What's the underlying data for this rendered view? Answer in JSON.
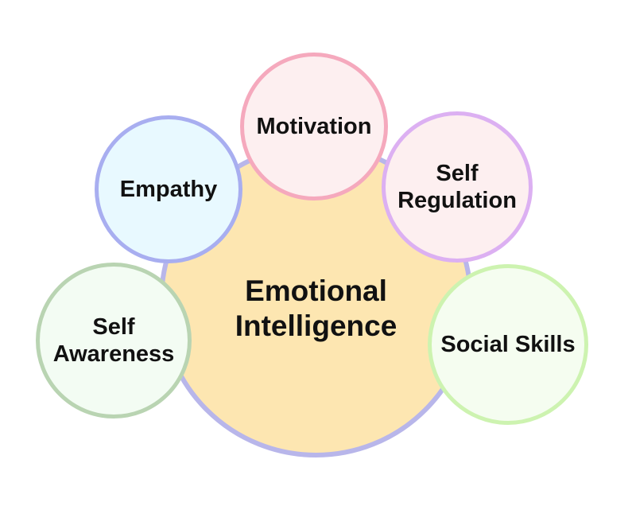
{
  "diagram": {
    "center": {
      "lines": [
        "Emotional",
        "Intelligence"
      ],
      "fill": "#fde6b1",
      "border": "#b8b6ea"
    },
    "nodes": [
      {
        "id": "motivation",
        "lines": [
          "Motivation"
        ],
        "fill": "#fdeff0",
        "border": "#f5a9bd"
      },
      {
        "id": "empathy",
        "lines": [
          "Empathy"
        ],
        "fill": "#e8f9ff",
        "border": "#a8aef0"
      },
      {
        "id": "self-regulation",
        "lines": [
          "Self",
          "Regulation"
        ],
        "fill": "#fdeff0",
        "border": "#dcb0f2"
      },
      {
        "id": "self-awareness",
        "lines": [
          "Self",
          "Awareness"
        ],
        "fill": "#f3fcf3",
        "border": "#b9d4b2"
      },
      {
        "id": "social-skills",
        "lines": [
          "Social Skills"
        ],
        "fill": "#f5fdf0",
        "border": "#cdf3b0"
      }
    ]
  }
}
